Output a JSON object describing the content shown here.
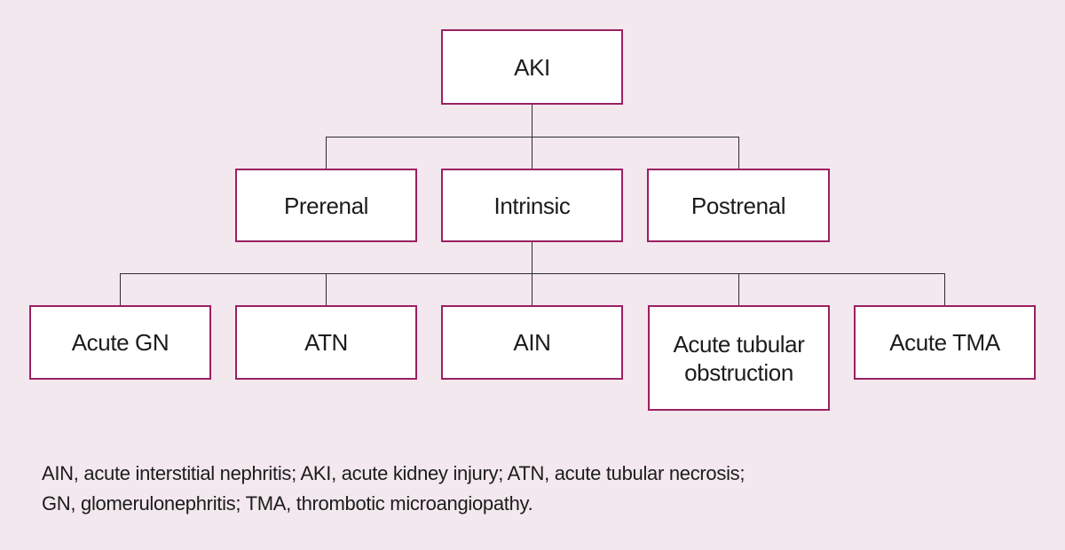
{
  "diagram": {
    "root": {
      "label": "AKI"
    },
    "level2": [
      {
        "label": "Prerenal"
      },
      {
        "label": "Intrinsic"
      },
      {
        "label": "Postrenal"
      }
    ],
    "level3": [
      {
        "label": "Acute GN"
      },
      {
        "label": "ATN"
      },
      {
        "label": "AIN"
      },
      {
        "label": "Acute tubular obstruction"
      },
      {
        "label": "Acute TMA"
      }
    ]
  },
  "footnote": {
    "line1": "AIN, acute interstitial nephritis; AKI, acute kidney injury; ATN, acute tubular necrosis;",
    "line2": "GN, glomerulonephritis; TMA, thrombotic microangiopathy."
  },
  "colors": {
    "background": "#f3e8ee",
    "box_fill": "#ffffff",
    "box_border": "#9b2062",
    "connector": "#2d2d2d",
    "text": "#1c1c1c"
  }
}
